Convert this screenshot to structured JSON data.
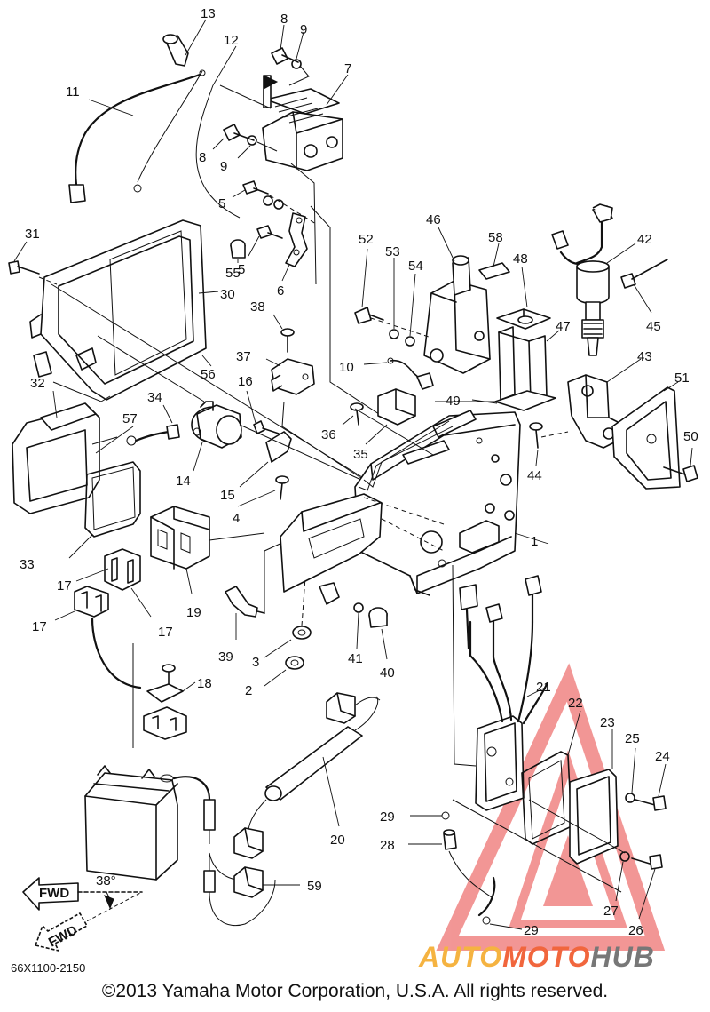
{
  "diagram": {
    "callouts": [
      "1",
      "2",
      "3",
      "4",
      "5",
      "5",
      "6",
      "7",
      "8",
      "8",
      "9",
      "9",
      "10",
      "11",
      "12",
      "13",
      "14",
      "15",
      "16",
      "17",
      "17",
      "17",
      "18",
      "19",
      "20",
      "21",
      "22",
      "23",
      "24",
      "25",
      "26",
      "27",
      "28",
      "29",
      "29",
      "30",
      "31",
      "32",
      "33",
      "34",
      "35",
      "36",
      "37",
      "38",
      "39",
      "40",
      "41",
      "42",
      "43",
      "44",
      "45",
      "46",
      "47",
      "48",
      "49",
      "50",
      "51",
      "52",
      "53",
      "54",
      "55",
      "56",
      "57",
      "58",
      "59"
    ],
    "fwd_label": "FWD",
    "angle_label": "38°",
    "drawing_code": "66X1100-2150",
    "copyright": "©2013 Yamaha Motor Corporation, U.S.A. All rights reserved."
  },
  "watermark": {
    "part1": "AUTO",
    "part2": "MOTO",
    "part3": "HUB",
    "colors": {
      "auto": "#f5b341",
      "moto": "#f1663d",
      "hub": "#777777",
      "triangle": "#e8423f"
    }
  }
}
